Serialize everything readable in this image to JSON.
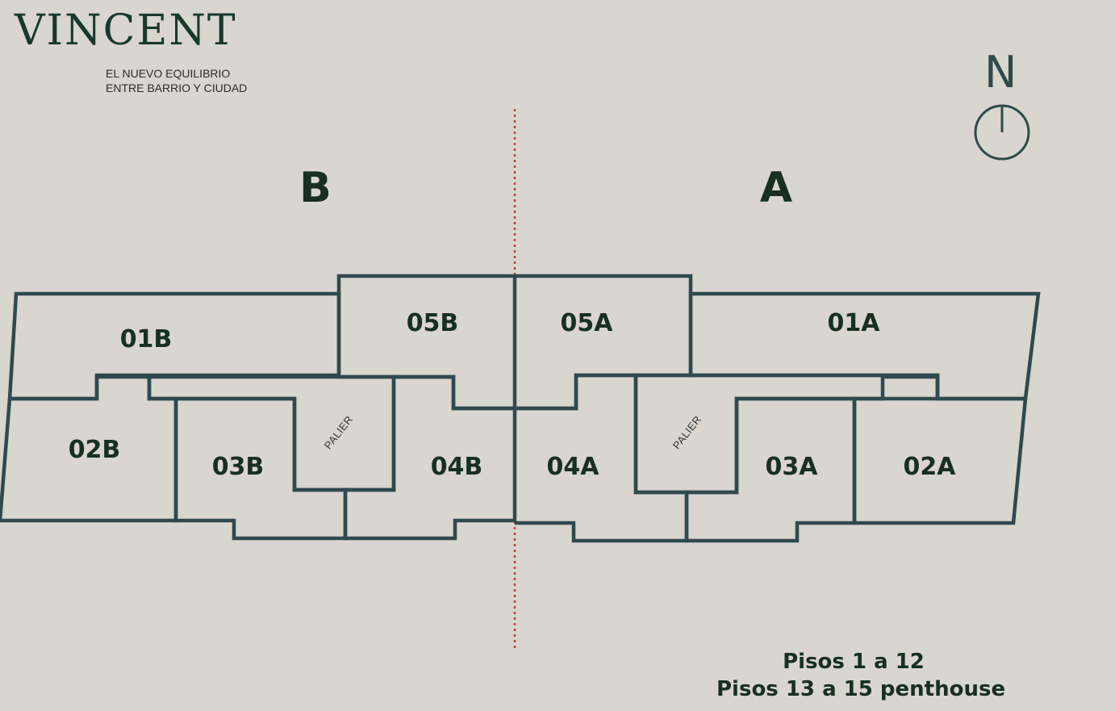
{
  "brand": {
    "name": "VINCENT",
    "tagline_line1": "EL NUEVO EQUILIBRIO",
    "tagline_line2": "ENTRE BARRIO Y CIUDAD"
  },
  "compass": {
    "label": "N"
  },
  "wings": {
    "left": "B",
    "right": "A"
  },
  "units": {
    "u01b": "01B",
    "u02b": "02B",
    "u03b": "03B",
    "u04b": "04B",
    "u05b": "05B",
    "u01a": "01A",
    "u02a": "02A",
    "u03a": "03A",
    "u04a": "04A",
    "u05a": "05A"
  },
  "palier": {
    "left": "PALIER",
    "right": "PALIER"
  },
  "floors": {
    "line1": "Pisos 1 a 12",
    "line2": "Pisos 13 a 15 penthouse"
  },
  "colors": {
    "background": "#d9d5cf",
    "wall": "#2f4a4f",
    "label": "#17301f",
    "divider": "#c0443e"
  }
}
